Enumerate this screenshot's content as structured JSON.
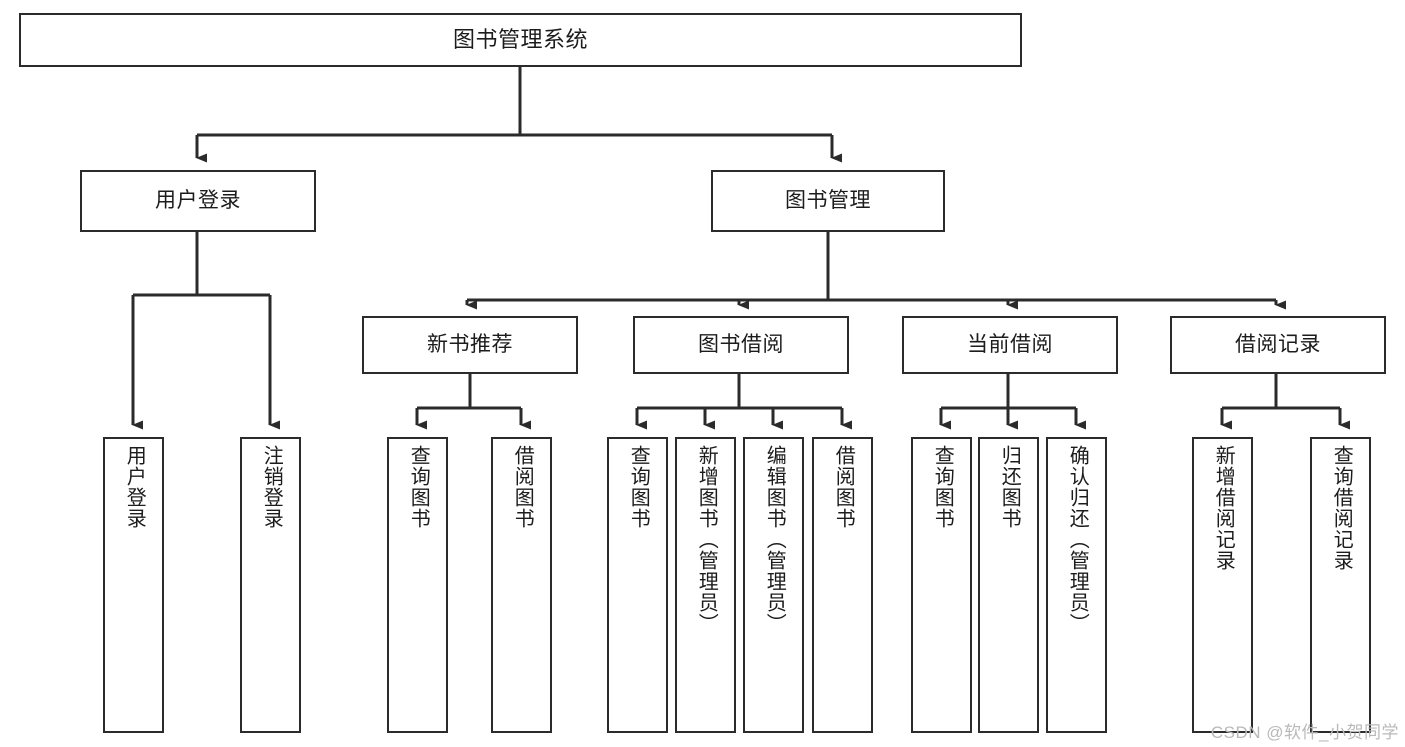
{
  "diagram": {
    "title": "图书管理系统",
    "watermark": "CSDN @软件_小贺同学",
    "line_color": "#2b2b2b",
    "text_color": "#1c1c1c",
    "background": "#ffffff",
    "root": {
      "label": "图书管理系统"
    },
    "level1": [
      {
        "label": "用户登录"
      },
      {
        "label": "图书管理"
      }
    ],
    "level2": [
      {
        "label": "新书推荐"
      },
      {
        "label": "图书借阅"
      },
      {
        "label": "当前借阅"
      },
      {
        "label": "借阅记录"
      }
    ],
    "leaves": {
      "user_login": [
        {
          "label": "用户登录"
        },
        {
          "label": "注销登录"
        }
      ],
      "new_book": [
        {
          "label": "查询图书"
        },
        {
          "label": "借阅图书"
        }
      ],
      "borrow": [
        {
          "label": "查询图书"
        },
        {
          "label": "新增图书（管理员）"
        },
        {
          "label": "编辑图书（管理员）"
        },
        {
          "label": "借阅图书"
        }
      ],
      "current": [
        {
          "label": "查询图书"
        },
        {
          "label": "归还图书"
        },
        {
          "label": "确认归还（管理员）"
        }
      ],
      "records": [
        {
          "label": "新增借阅记录"
        },
        {
          "label": "查询借阅记录"
        }
      ]
    }
  }
}
